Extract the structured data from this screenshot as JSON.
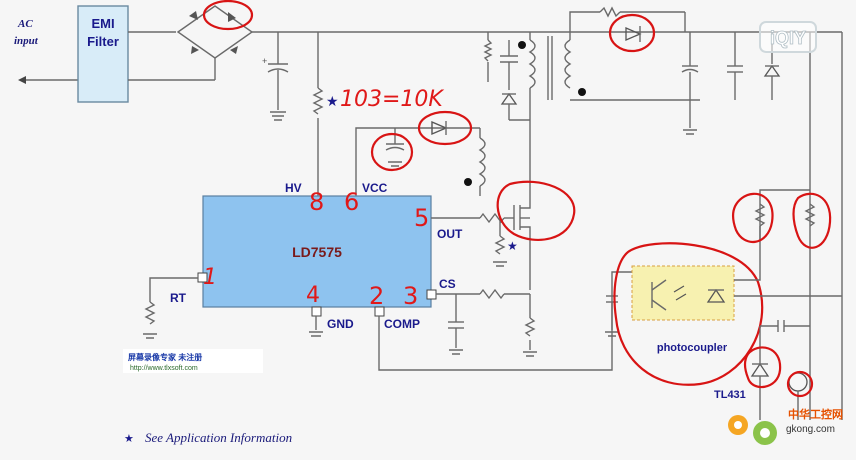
{
  "labels": {
    "ac": "AC",
    "input": "input",
    "emi": "EMI",
    "filter": "Filter",
    "resistor_note": "103=10K",
    "ic_name": "LD7575",
    "photocoupler": "photocoupler",
    "tl431": "TL431",
    "footnote": "See Application Information"
  },
  "pins": {
    "hv": "HV",
    "vcc": "VCC",
    "out": "OUT",
    "cs": "CS",
    "rt": "RT",
    "gnd": "GND",
    "comp": "COMP"
  },
  "pin_numbers": {
    "p8": "8",
    "p6": "6",
    "p5": "5",
    "p1": "1",
    "p4": "4",
    "p2": "2",
    "p3": "3"
  },
  "watermark": {
    "logo_text": "iQIY",
    "cn_text": "屏幕录像专家  未注册",
    "url": "http://www.tlxsoft.com",
    "gkong_cn": "中华工控网",
    "gkong_url": "gkong.com"
  },
  "colors": {
    "ic_fill": "#8ec3ef",
    "photocoupler_fill": "#f7f1b0",
    "annotation_red": "#d81414",
    "label_blue": "#1a1a8c"
  }
}
